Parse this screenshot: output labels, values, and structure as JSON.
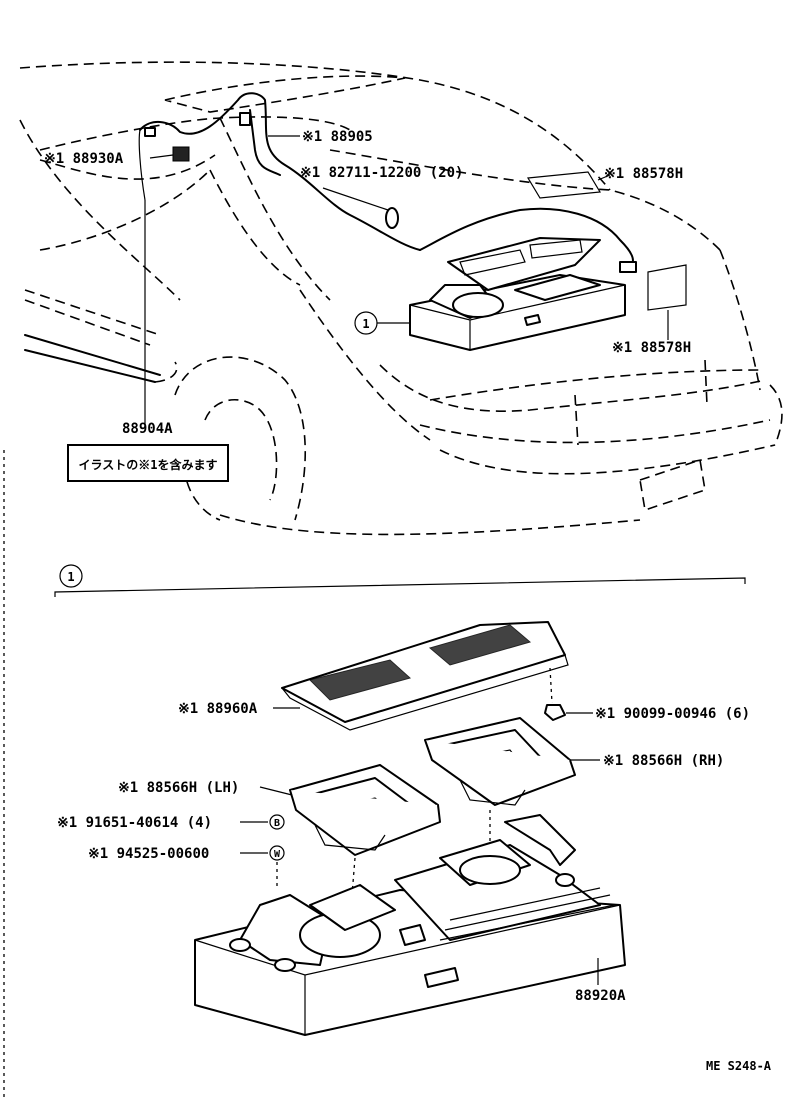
{
  "callout_1": "1",
  "top_labels": {
    "wire_88905": "※1 88905",
    "connector_88930a": "※1 88930A",
    "clamp_82711": "※1 82711-12200 (20)",
    "pad_88578h_upper": "※1 88578H",
    "pad_88578h_lower": "※1 88578H",
    "harness_88904a": "88904A",
    "note_box": "イラストの※1を含みます"
  },
  "detail_labels": {
    "cover_88960a": "※1 88960A",
    "clip_90099": "※1 90099-00946 (6)",
    "bracket_rh": "※1 88566H (RH)",
    "bracket_lh": "※1 88566H (LH)",
    "screw_91651": "※1 91651-40614 (4)",
    "washer_94525": "※1 94525-00600",
    "box_88920a": "88920A"
  },
  "symbols": {
    "screw_marker": "B",
    "washer_marker": "W"
  },
  "figure_code": "ME S248-A"
}
